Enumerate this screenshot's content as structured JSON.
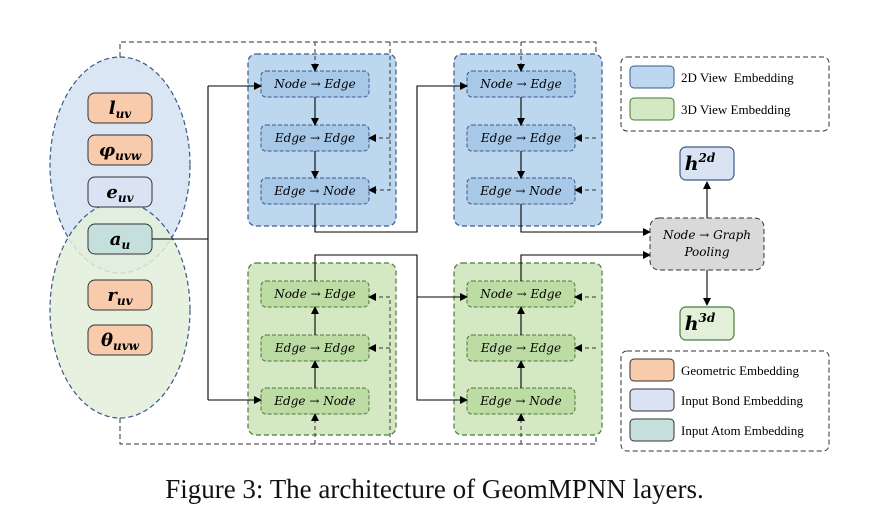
{
  "inputs": {
    "l_uv": {
      "base": "l",
      "sub": "uv"
    },
    "phi_uvw": {
      "base": "φ",
      "sub": "uvw"
    },
    "e_uv": {
      "base": "e",
      "sub": "uv"
    },
    "a_u": {
      "base": "a",
      "sub": "u"
    },
    "r_uv": {
      "base": "r",
      "sub": "uv"
    },
    "theta_uvw": {
      "base": "θ",
      "sub": "uvw"
    }
  },
  "layer_blocks": {
    "node_to_edge": "Node → Edge",
    "edge_to_edge": "Edge → Edge",
    "edge_to_node": "Edge → Node"
  },
  "pooling": {
    "line1": "Node → Graph",
    "line2": "Pooling"
  },
  "outputs": {
    "h2d": {
      "base": "h",
      "sup": "2d"
    },
    "h3d": {
      "base": "h",
      "sup": "3d"
    }
  },
  "legend_top": {
    "view2d": "2D View  Embedding",
    "view3d": "3D View Embedding"
  },
  "legend_bottom": {
    "geometric": "Geometric Embedding",
    "bond": "Input Bond Embedding",
    "atom": "Input Atom Embedding"
  },
  "colors": {
    "orange": "#f8cbad",
    "blue_box": "#dae3f3",
    "teal": "#c5e0dc",
    "view2d_bg": "#bdd7ee",
    "view3d_bg": "#d5e8c4",
    "pool_bg": "#d9d9d9"
  },
  "caption": "Figure 3: The architecture of GeomMPNN layers."
}
